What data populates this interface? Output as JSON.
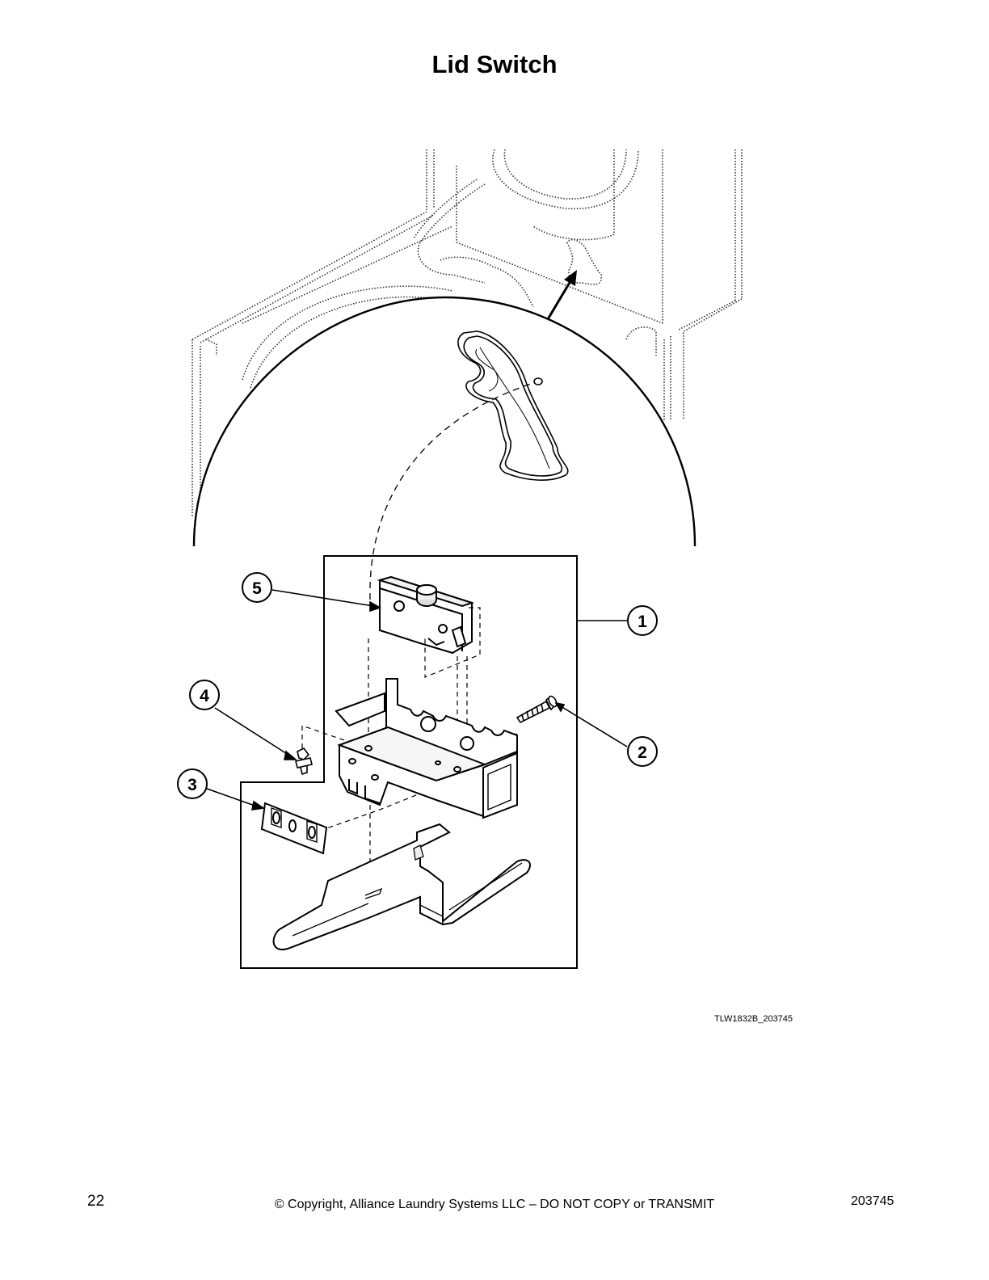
{
  "page": {
    "title": "Lid Switch",
    "figure_code": "TLW1832B_203745",
    "page_number": "22",
    "copyright": "© Copyright, Alliance Laundry Systems LLC – DO NOT COPY or TRANSMIT",
    "document_number": "203745"
  },
  "callouts": [
    {
      "id": "1",
      "label": "1"
    },
    {
      "id": "2",
      "label": "2"
    },
    {
      "id": "3",
      "label": "3"
    },
    {
      "id": "4",
      "label": "4"
    },
    {
      "id": "5",
      "label": "5"
    }
  ],
  "colors": {
    "ink": "#000000",
    "paper": "#ffffff",
    "ghost_line": "#555555"
  }
}
